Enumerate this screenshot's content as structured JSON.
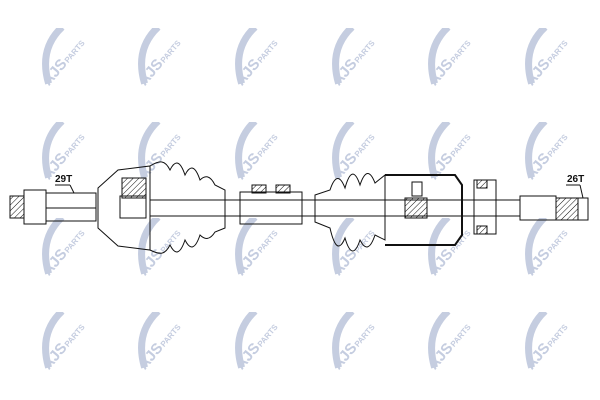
{
  "watermark": {
    "brand": "AJS",
    "suffix": "PARTS",
    "color": "#c5cde0"
  },
  "labels": {
    "left_spline": "29T",
    "right_spline": "26T"
  },
  "line_color": "#111111"
}
